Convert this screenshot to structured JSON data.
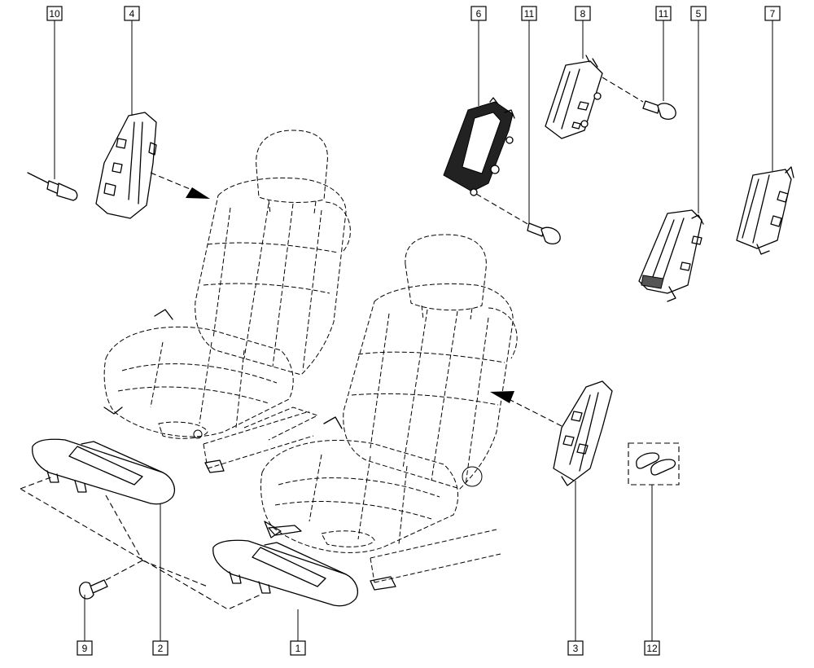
{
  "callouts": {
    "c1": "1",
    "c2": "2",
    "c3": "3",
    "c4": "4",
    "c5": "5",
    "c6": "6",
    "c7": "7",
    "c8": "8",
    "c9": "9",
    "c10": "10",
    "c11a": "11",
    "c11b": "11",
    "c12": "12"
  },
  "colors": {
    "line": "#000000",
    "background": "#ffffff"
  }
}
